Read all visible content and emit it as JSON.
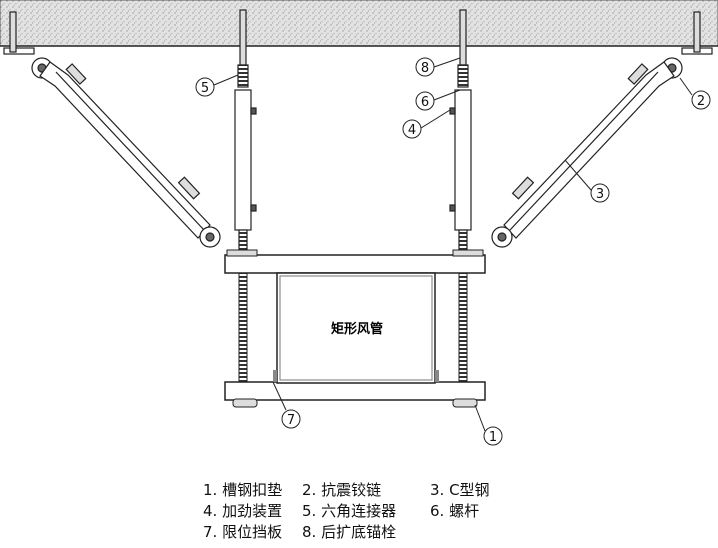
{
  "duct_label": "矩形风管",
  "callouts": {
    "c1": "1",
    "c2": "2",
    "c3": "3",
    "c4": "4",
    "c5": "5",
    "c6": "6",
    "c7": "7",
    "c8": "8"
  },
  "legend": [
    [
      "1. 槽钢扣垫",
      "2. 抗震铰链",
      "3. C型钢"
    ],
    [
      "4. 加劲装置",
      "5. 六角连接器",
      "6. 螺杆"
    ],
    [
      "7. 限位挡板",
      "8. 后扩底锚栓"
    ]
  ],
  "colors": {
    "ceiling": "#d9d9d9",
    "line": "#222222"
  }
}
